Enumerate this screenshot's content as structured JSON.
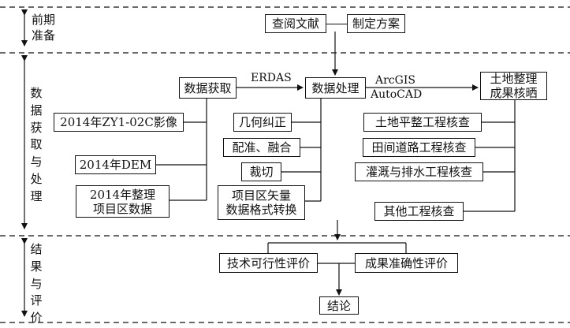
{
  "phases": {
    "prep": "前期\n准备",
    "acquire": "数据获取与处理",
    "result": "结果与评价"
  },
  "boxes": {
    "literature": "查阅文献",
    "plan": "制定方案",
    "data_acquire": "数据获取",
    "data_process": "数据处理",
    "land_check": "土地整理\n成果核晒",
    "zy_image": "2014年ZY1-02C影像",
    "dem": "2014年DEM",
    "project_data": "2014年整理\n项目区数据",
    "geo_correct": "几何纠正",
    "register": "配准、融合",
    "clip": "裁切",
    "format_convert": "项目区矢量\n数据格式转换",
    "land_level": "土地平整工程核查",
    "road": "田间道路工程核查",
    "irrigation": "灌溉与排水工程核查",
    "other": "其他工程核查",
    "tech_eval": "技术可行性评价",
    "accuracy_eval": "成果准确性评价",
    "conclusion": "结论"
  },
  "labels": {
    "erdas": "ERDAS",
    "arcgis": "ArcGIS",
    "autocad": "AutoCAD"
  }
}
